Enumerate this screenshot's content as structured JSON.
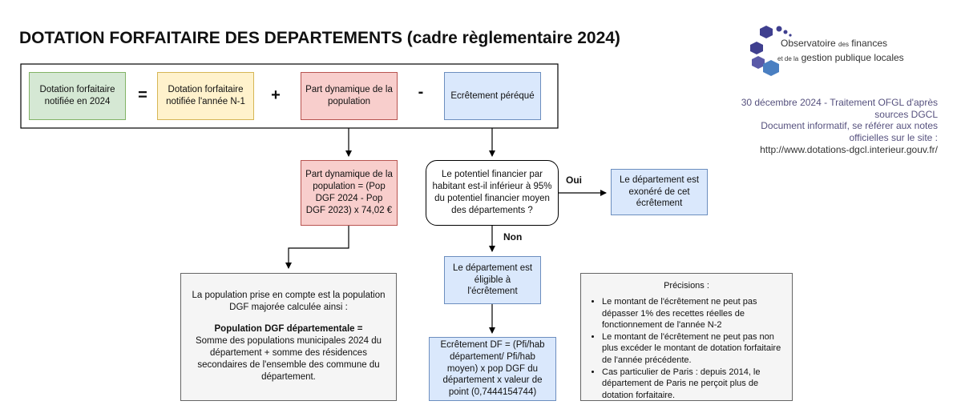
{
  "header": {
    "title": "DOTATION FORFAITAIRE DES DEPARTEMENTS (cadre règlementaire 2024)"
  },
  "logo": {
    "line1_main": "Observatoire",
    "line1_small": "des",
    "line1_end": "finances",
    "line2_small": "et de la",
    "line2_main": "gestion publique locales"
  },
  "notes": {
    "line1": "30 décembre 2024 - Traitement OFGL d'après sources DGCL",
    "line2": "Document informatif, se référer aux notes officielles sur le site :",
    "link": "http://www.dotations-dgcl.interieur.gouv.fr/"
  },
  "formula": {
    "result": "Dotation forfaitaire notifiée en 2024",
    "op_equals": "=",
    "previous": "Dotation forfaitaire notifiée l'année N-1",
    "op_plus": "+",
    "dynamic": "Part dynamique de la population",
    "op_minus": "-",
    "ecretement": "Ecrêtement péréqué"
  },
  "flow": {
    "dynamic_calc": "Part dynamique de la population = (Pop DGF 2024 - Pop DGF 2023) x 74,02 €",
    "question": "Le potentiel financier par habitant est-il inférieur à 95% du potentiel financier moyen des départements ?",
    "yes_label": "Oui",
    "no_label": "Non",
    "exempt": "Le département est exonéré de cet écrêtement",
    "eligible": "Le département est éligible à l'écrêtement",
    "ecretement_calc": "Ecrêtement DF = (Pfi/hab département/ Pfi/hab moyen) x pop DGF du département x valeur de point (0,7444154744)"
  },
  "population_box": {
    "intro": "La population prise en compte est la population DGF majorée calculée ainsi :",
    "heading": "Population DGF départementale =",
    "body": "Somme des populations municipales 2024 du département + somme des résidences secondaires de l'ensemble des commune du département."
  },
  "precisions": {
    "title": "Précisions :",
    "items": [
      "Le montant de l'écrêtement ne peut pas dépasser 1% des recettes réelles de fonctionnement de l'année N-2",
      "Le montant de l'écrêtement ne peut pas non plus excéder le montant de dotation forfaitaire de l'année précédente.",
      "Cas particulier de Paris : depuis 2014, le département de Paris ne perçoit plus de dotation forfaitaire."
    ]
  },
  "colors": {
    "green_fill": "#d5e8d4",
    "yellow_fill": "#fff2cc",
    "red_fill": "#f8cecc",
    "blue_fill": "#dae8fc",
    "grey_fill": "#f5f5f5",
    "notes_text": "#56517e",
    "logo_blue_dark": "#3f3f8f",
    "logo_blue_light": "#4a7fc1"
  }
}
